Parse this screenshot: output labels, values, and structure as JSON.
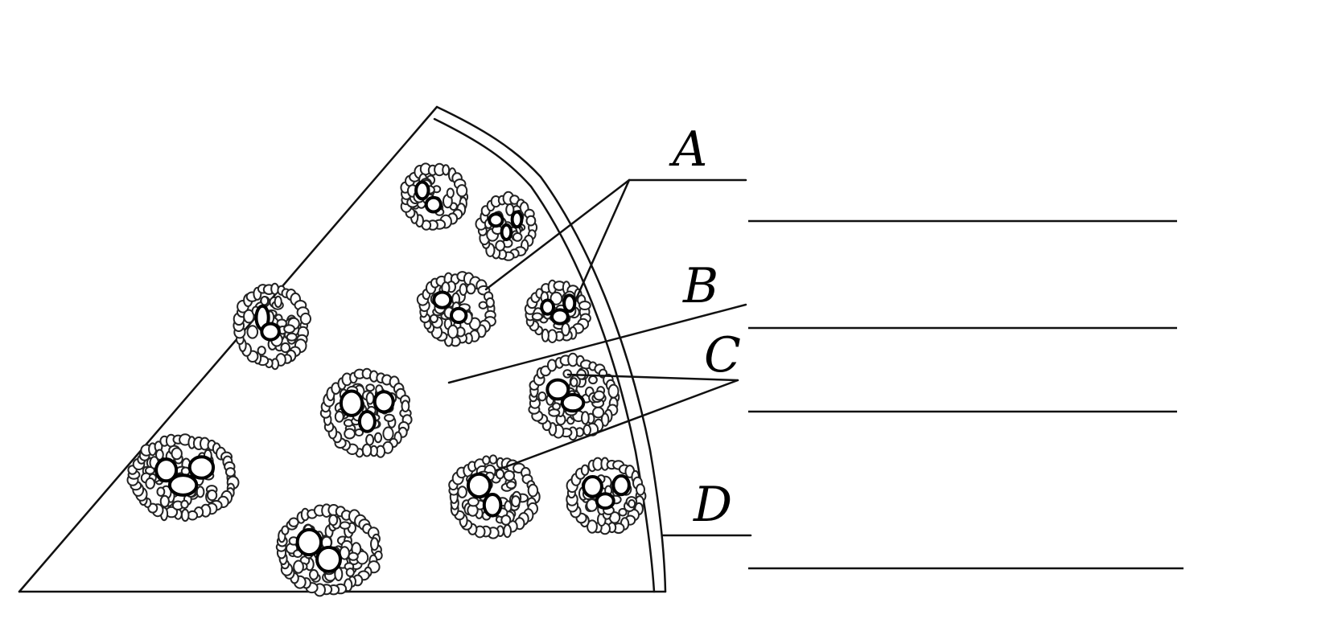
{
  "labels": {
    "a": "A",
    "b": "B",
    "c": "C",
    "d": "D"
  },
  "answer_lines": 4
}
